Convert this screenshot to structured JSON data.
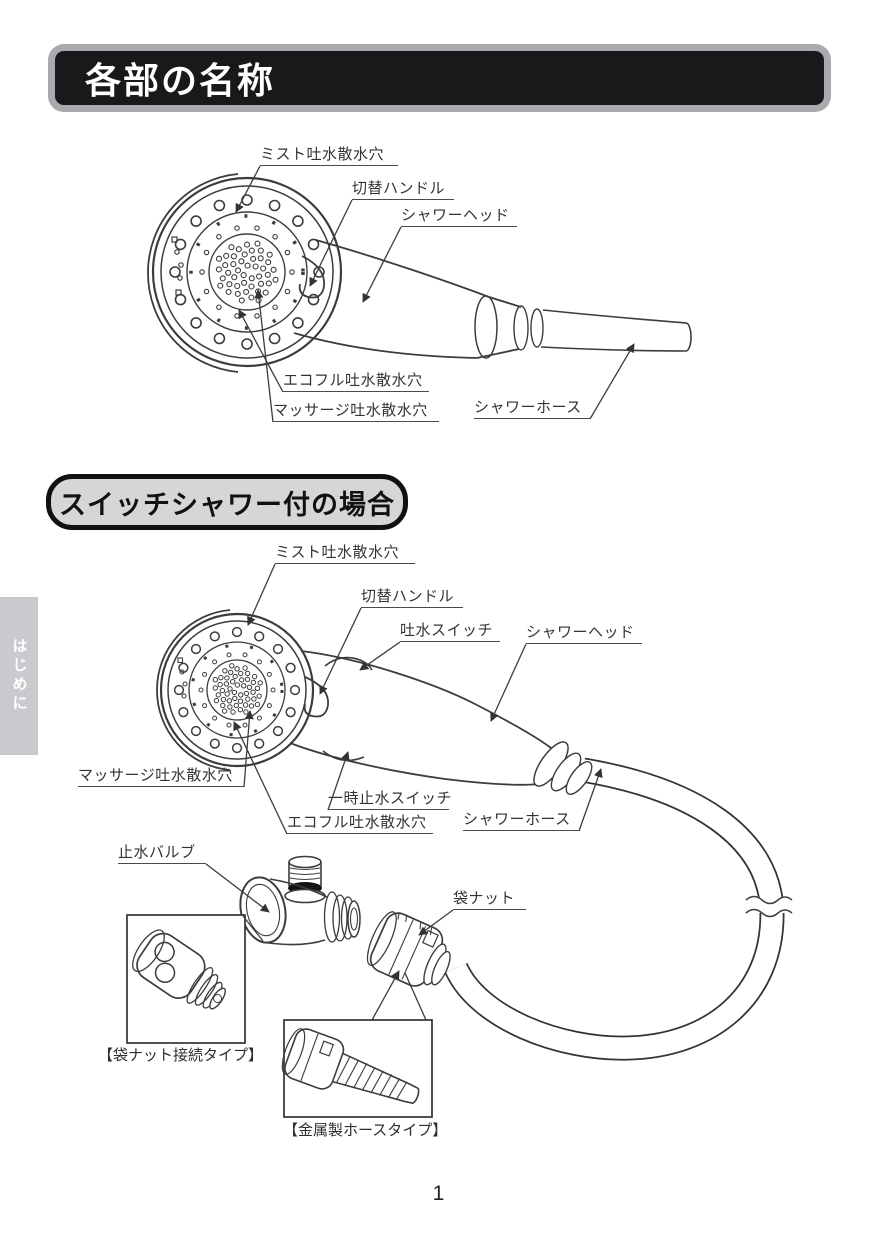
{
  "header": {
    "title": "各部の名称"
  },
  "section2": {
    "title": "スイッチシャワー付の場合"
  },
  "sidebar_tab": {
    "label": "はじめに"
  },
  "page": {
    "number": "1"
  },
  "diagram1": {
    "labels": {
      "mist": "ミスト吐水散水穴",
      "handle": "切替ハンドル",
      "head": "シャワーヘッド",
      "ecofull": "エコフル吐水散水穴",
      "massage": "マッサージ吐水散水穴",
      "hose": "シャワーホース"
    }
  },
  "diagram2": {
    "labels": {
      "mist": "ミスト吐水散水穴",
      "handle": "切替ハンドル",
      "spout_switch": "吐水スイッチ",
      "head": "シャワーヘッド",
      "massage": "マッサージ吐水散水穴",
      "pause_switch": "一時止水スイッチ",
      "ecofull": "エコフル吐水散水穴",
      "hose": "シャワーホース",
      "stop_valve": "止水バルブ",
      "cap_nut": "袋ナット"
    },
    "captions": {
      "nut_type": "【袋ナット接続タイプ】",
      "metal_hose_type": "【金属製ホースタイプ】"
    }
  },
  "colors": {
    "header_bar": "#19191b",
    "header_frame": "#a9aaae",
    "section_bg": "#d6d6d9",
    "section_border": "#111111",
    "tab_bg": "#c9cacd",
    "line_art": "#3c3c3c"
  }
}
